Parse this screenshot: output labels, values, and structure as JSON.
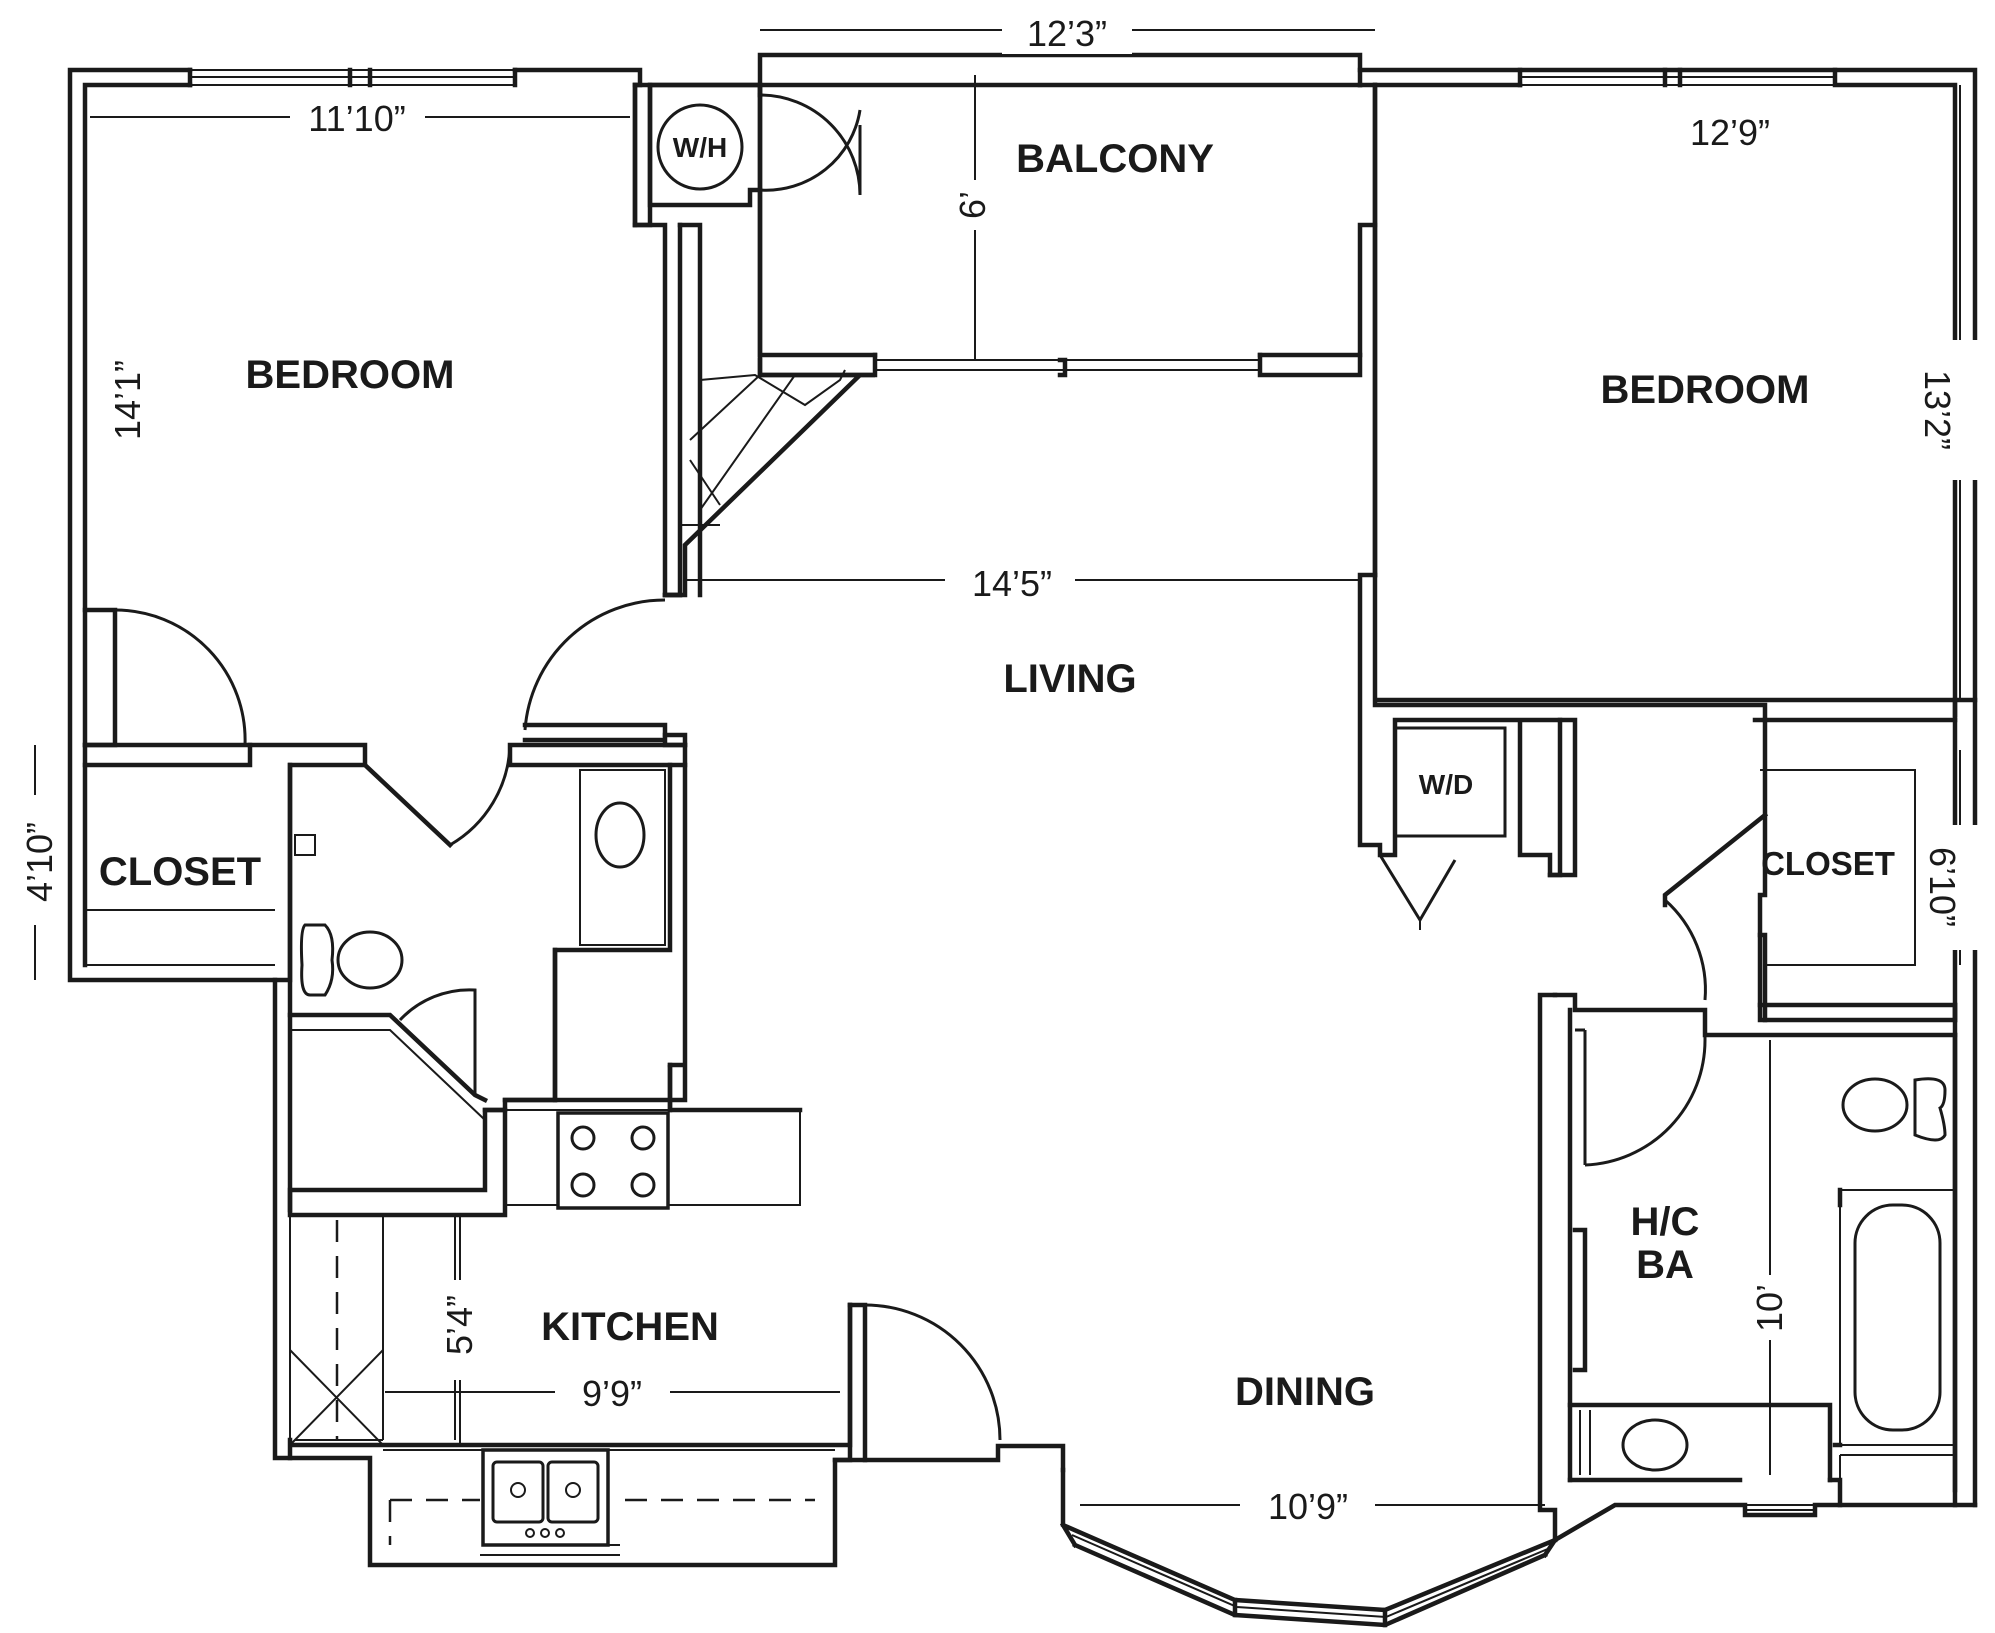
{
  "rooms": {
    "bedroom_left": "BEDROOM",
    "bedroom_right": "BEDROOM",
    "balcony": "BALCONY",
    "living": "LIVING",
    "dining": "DINING",
    "kitchen": "KITCHEN",
    "closet_left": "CLOSET",
    "closet_right": "CLOSET",
    "bath_line1": "H/C",
    "bath_line2": "BA",
    "water_heater": "W/H",
    "washer_dryer": "W/D"
  },
  "dimensions": {
    "balcony_width": "12’3”",
    "balcony_depth": "6’",
    "bedroom_left_width": "11’10”",
    "bedroom_left_depth": "14’1”",
    "bedroom_right_width": "12’9”",
    "bedroom_right_depth": "13’2”",
    "living_width": "14’5”",
    "closet_left_depth": "4’10”",
    "closet_right_depth": "6’10”",
    "kitchen_depth": "5’4”",
    "kitchen_width": "9’9”",
    "dining_width": "10’9”",
    "bath_depth": "10’"
  }
}
